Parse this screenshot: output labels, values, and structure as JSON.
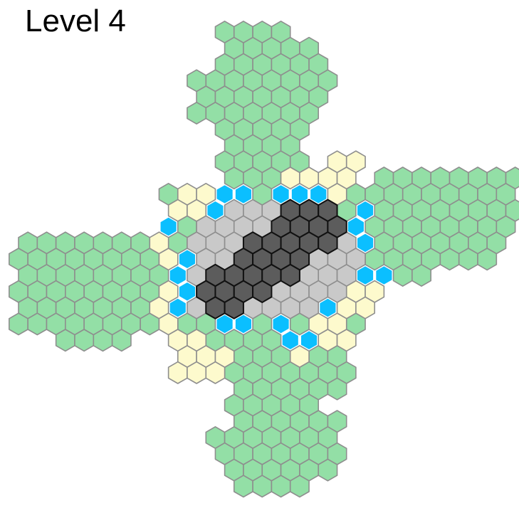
{
  "title": "Level 4",
  "colors": {
    "green": "#93dfa6",
    "yellow": "#fdfacd",
    "gray": "#c9c9c9",
    "dark": "#5c5c5c",
    "blue": "#0bbfff",
    "outline": "#8e8e8e",
    "dark_outline": "#111111"
  },
  "legend_cell_types": [
    "green",
    "yellow",
    "gray",
    "dark",
    "blue"
  ]
}
